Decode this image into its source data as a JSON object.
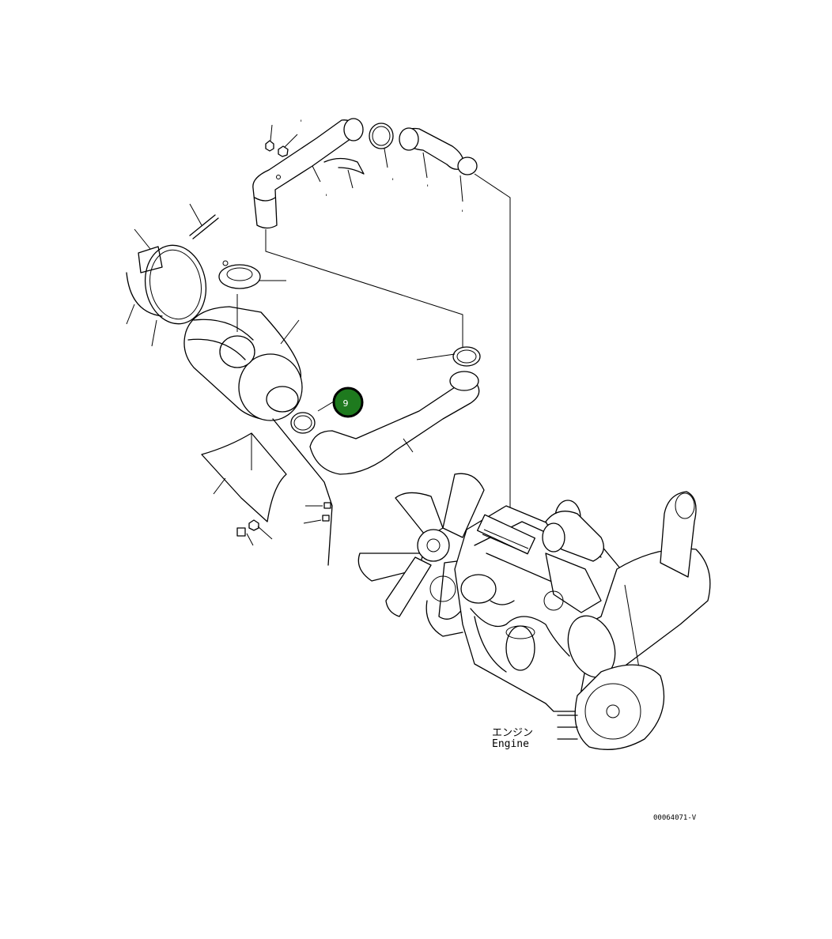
{
  "diagram": {
    "highlight_callout": {
      "label": "9",
      "color": "#1e7a1e",
      "border": "#000000"
    },
    "engine_label_jp": "エンジン",
    "engine_label_en": "Engine",
    "drawing_code": "00064071-V"
  }
}
